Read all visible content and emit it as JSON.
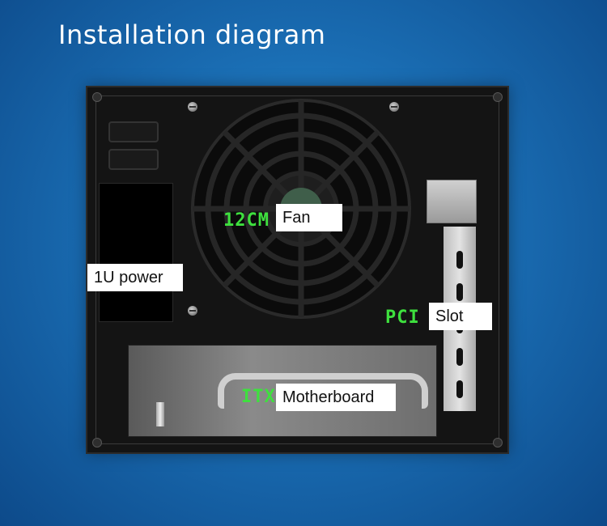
{
  "title": "Installation diagram",
  "labels": {
    "fan_prefix": "12CM",
    "fan": "Fan",
    "power": "1U power",
    "pci_prefix": "PCI",
    "slot": "Slot",
    "itx_prefix": "ITX",
    "motherboard": "Motherboard"
  }
}
